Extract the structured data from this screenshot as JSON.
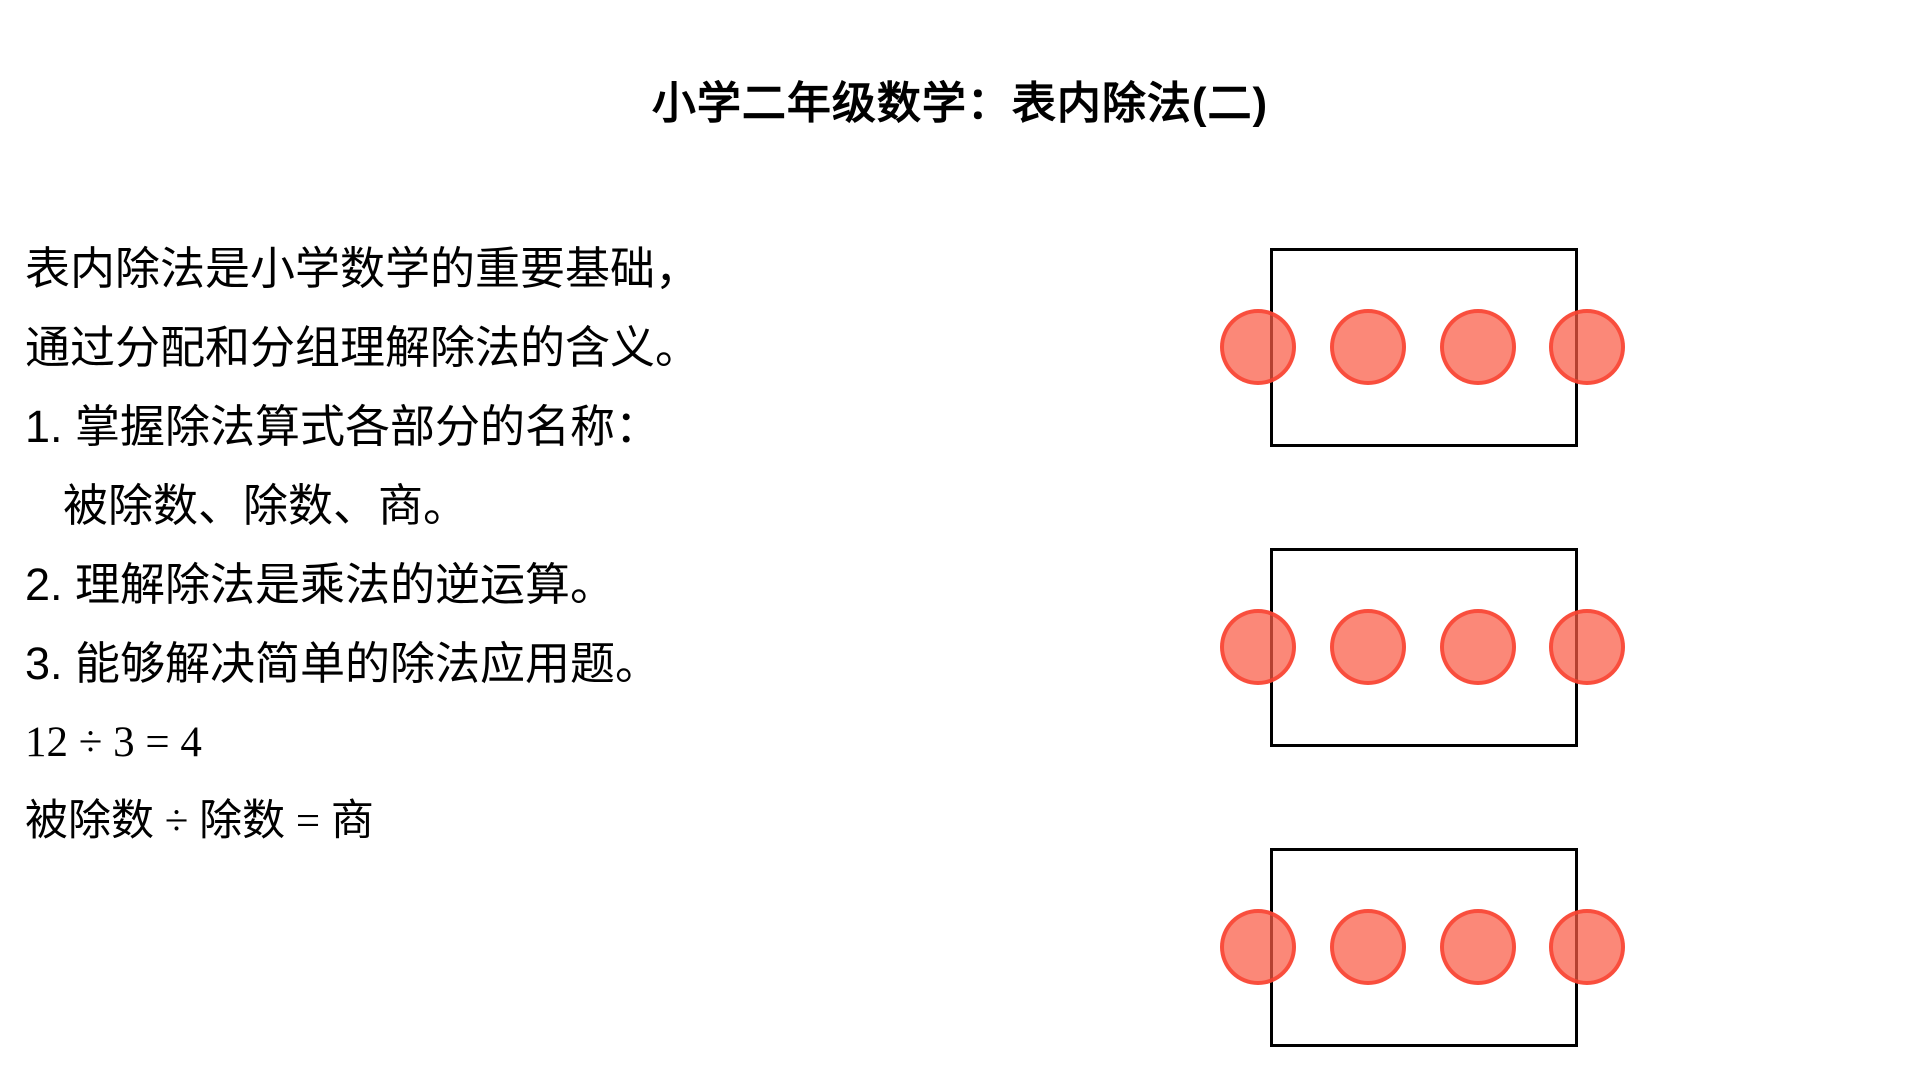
{
  "title": "小学二年级数学：表内除法(二)",
  "body_lines": [
    {
      "text": "表内除法是小学数学的重要基础，"
    },
    {
      "text": "通过分配和分组理解除法的含义。"
    },
    {
      "text": "1. 掌握除法算式各部分的名称："
    },
    {
      "text": "被除数、除数、商。"
    },
    {
      "text": "2. 理解除法是乘法的逆运算。"
    },
    {
      "text": "3. 能够解决简单的除法应用题。"
    },
    {
      "text": "12 ÷ 3 = 4"
    },
    {
      "text": "被除数 ÷ 除数 = 商"
    }
  ],
  "equation": {
    "dividend": 12,
    "divisor": 3,
    "quotient": 4
  },
  "diagram": {
    "groups": [
      {
        "circles": 4
      },
      {
        "circles": 4
      },
      {
        "circles": 4
      }
    ],
    "total_circles": 12,
    "box_border_color": "#000000",
    "circle_fill": "rgba(250,90,68,0.72)",
    "circle_stroke": "rgba(249,64,48,0.8)"
  }
}
